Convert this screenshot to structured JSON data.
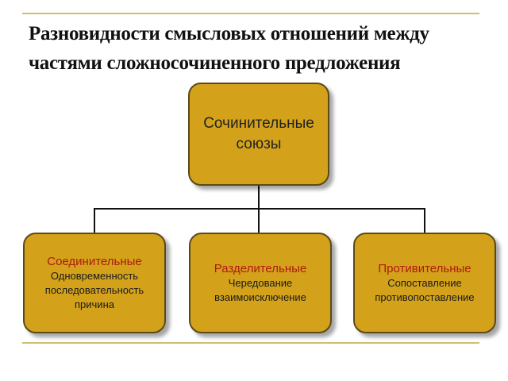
{
  "title": {
    "line1": "Разновидности смысловых отношений между",
    "line2": "частями сложносочиненного предложения"
  },
  "root": {
    "line1": "Сочинительные",
    "line2": "союзы"
  },
  "branches": [
    {
      "head": "Соединительные",
      "items": [
        "Одновременность",
        "последовательность",
        "причина"
      ]
    },
    {
      "head": "Разделительные",
      "items": [
        "Чередование",
        "взаимоисключение"
      ]
    },
    {
      "head": "Противительные",
      "items": [
        "Сопоставление",
        "противопоставление"
      ]
    }
  ],
  "colors": {
    "box_fill": "#d3a21a",
    "box_border": "#5a4a1a",
    "head_text": "#b01a10",
    "rule": "#cdbf6c"
  }
}
